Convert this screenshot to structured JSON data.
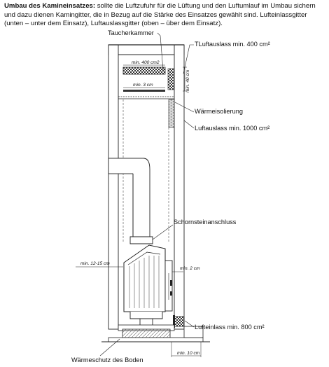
{
  "intro": {
    "title": "Umbau des Kamineinsatzes:",
    "text": " sollte die Luftzufuhr für die Lüftung und den Luftumlauf im Umbau sichern und dazu dienen Kamingitter, die in Bezug auf die Stärke des Einsatzes gewählt sind. Lufteinlassgitter (unten – unter dem Einsatz), Luftauslassgitter (oben – über dem Einsatz)."
  },
  "labels": {
    "taucherkammer": "Taucherkammer",
    "tluftauslass": "TLuftauslass min. 400 cm²",
    "waermeisolierung": "Wärmeisolierung",
    "luftauslass": "Luftauslass min. 1000 cm²",
    "schornstein": "Schornsteinanschluss",
    "lufteinlass": "Lufteinlass min. 800 cm²",
    "waermeschutz": "Wärmeschutz des Boden"
  },
  "dims": {
    "min400": "min. 400 cm2",
    "min3": "min. 3 cm",
    "min40": "min. 40 cm",
    "min1215": "min. 12-15 cm",
    "min2": "min. 2 cm",
    "min10": "min. 10 cm"
  }
}
